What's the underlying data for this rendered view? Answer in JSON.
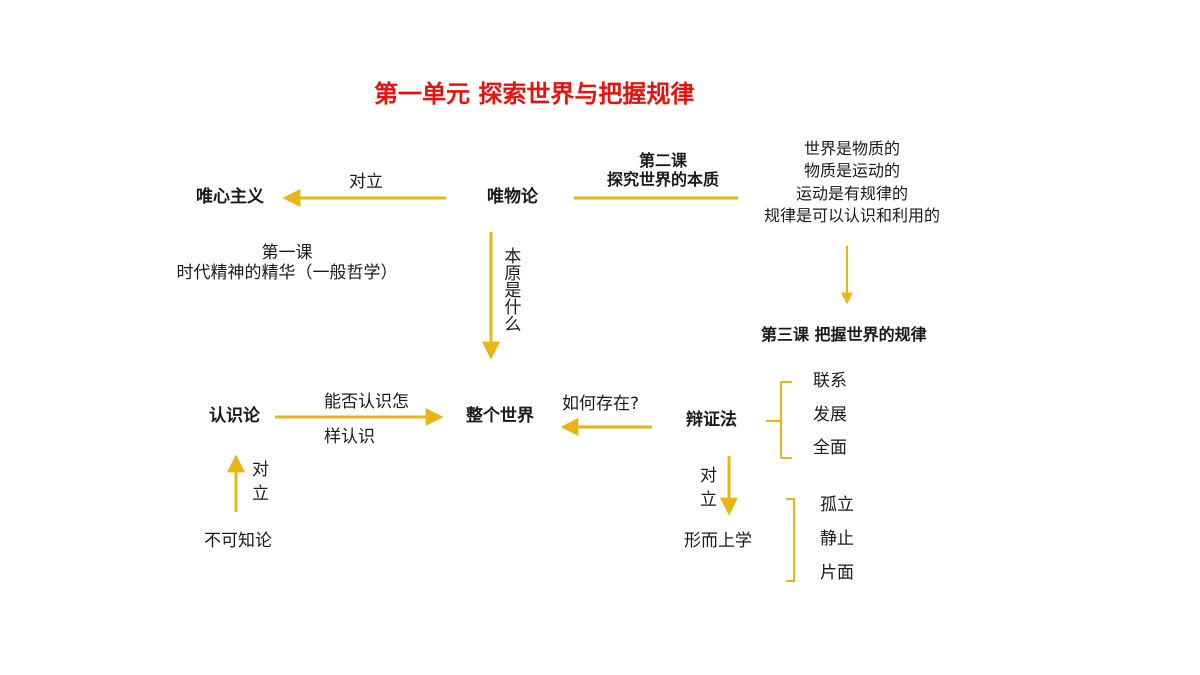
{
  "title": "第一单元  探索世界与把握规律",
  "nodes": {
    "idealism": "唯心主义",
    "materialism": "唯物论",
    "whole_world": "整个世界",
    "epistemology": "认识论",
    "agnosticism": "不可知论",
    "dialectics": "辩证法",
    "metaphysics": "形而上学"
  },
  "labels": {
    "opposite_top": "对立",
    "origin_what": "本原是什么",
    "can_know_1": "能否认识怎",
    "can_know_2": "样认识",
    "how_exist": "如何存在?",
    "opposite_left_1": "对",
    "opposite_left_2": "立",
    "opposite_right_1": "对",
    "opposite_right_2": "立"
  },
  "lesson1": {
    "line1": "第一课",
    "line2": "时代精神的精华（一般哲学）"
  },
  "lesson2": {
    "line1": "第二课",
    "line2": "探究世界的本质"
  },
  "lesson3": "第三课   把握世界的规律",
  "world_facts": [
    "世界是物质的",
    "物质是运动的",
    "运动是有规律的",
    "规律是可以认识和利用的"
  ],
  "dialectics_features": [
    "联系",
    "发展",
    "全面"
  ],
  "metaphysics_features": [
    "孤立",
    "静止",
    "片面"
  ],
  "colors": {
    "line": "#e8b614",
    "title": "#e8120c"
  }
}
